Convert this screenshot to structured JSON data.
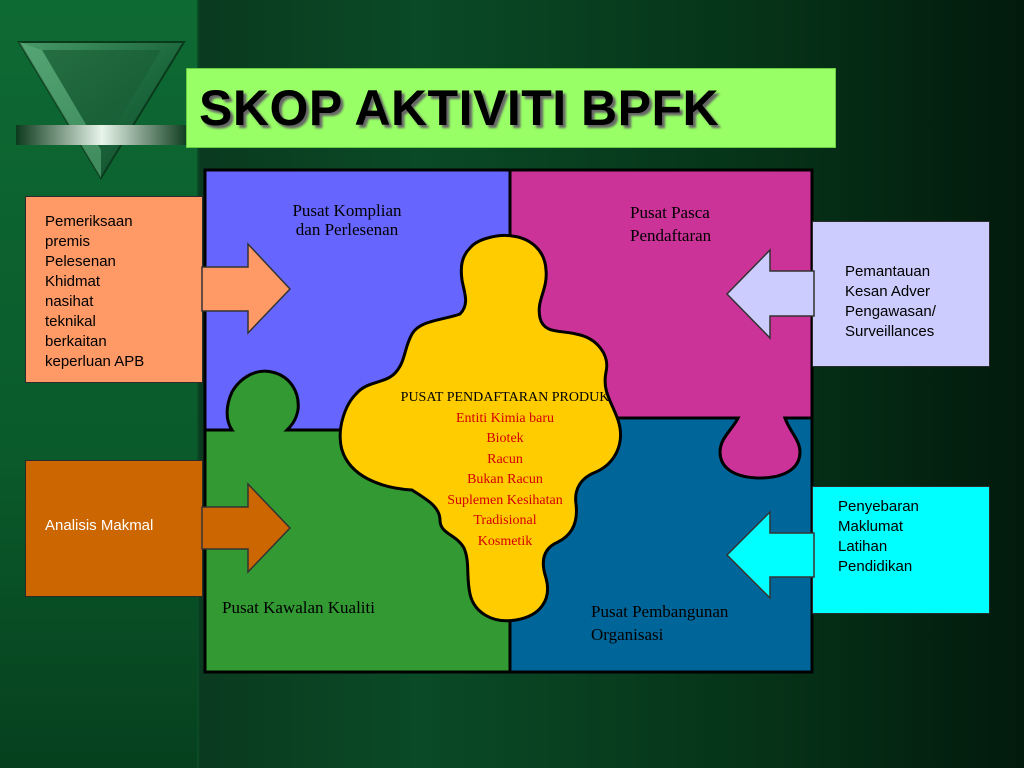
{
  "slide": {
    "title": "SKOP  AKTIVITI BPFK"
  },
  "puzzle": {
    "top_left": {
      "line1": "Pusat Komplian",
      "line2": "dan Perlesenan"
    },
    "top_right": {
      "line1": "Pusat  Pasca",
      "line2": "Pendaftaran"
    },
    "bottom_left": {
      "line1": "Pusat  Kawalan Kualiti"
    },
    "bottom_right": {
      "line1": "Pusat Pembangunan",
      "line2": "Organisasi"
    },
    "center": {
      "title": "PUSAT PENDAFTARAN PRODUK",
      "items": [
        "Entiti Kimia baru",
        "Biotek",
        "Racun",
        "Bukan Racun",
        "Suplemen Kesihatan",
        "Tradisional",
        "Kosmetik"
      ]
    }
  },
  "side_boxes": {
    "left_top": {
      "lines": [
        "Pemeriksaan",
        "premis",
        "Pelesenan",
        "Khidmat",
        "nasihat",
        "teknikal",
        "berkaitan",
        "keperluan APB"
      ]
    },
    "left_bottom": {
      "lines": [
        "Analisis Makmal"
      ]
    },
    "right_top": {
      "lines": [
        "Pemantauan",
        "Kesan Adver",
        "Pengawasan/",
        "Surveillances"
      ]
    },
    "right_bottom": {
      "lines": [
        "Penyebaran",
        "Maklumat",
        "Latihan",
        "Pendidikan"
      ]
    }
  },
  "colors": {
    "title_bg": "#99ff66",
    "top_left_piece": "#6666ff",
    "top_right_piece": "#cc3399",
    "bottom_left_piece": "#339933",
    "bottom_right_piece": "#006699",
    "center_piece": "#ffcc00",
    "box_left_top": "#ff9966",
    "box_left_bottom": "#cc6600",
    "box_right_top": "#ccccff",
    "box_right_bottom": "#00ffff",
    "center_items_text": "#d40000"
  }
}
